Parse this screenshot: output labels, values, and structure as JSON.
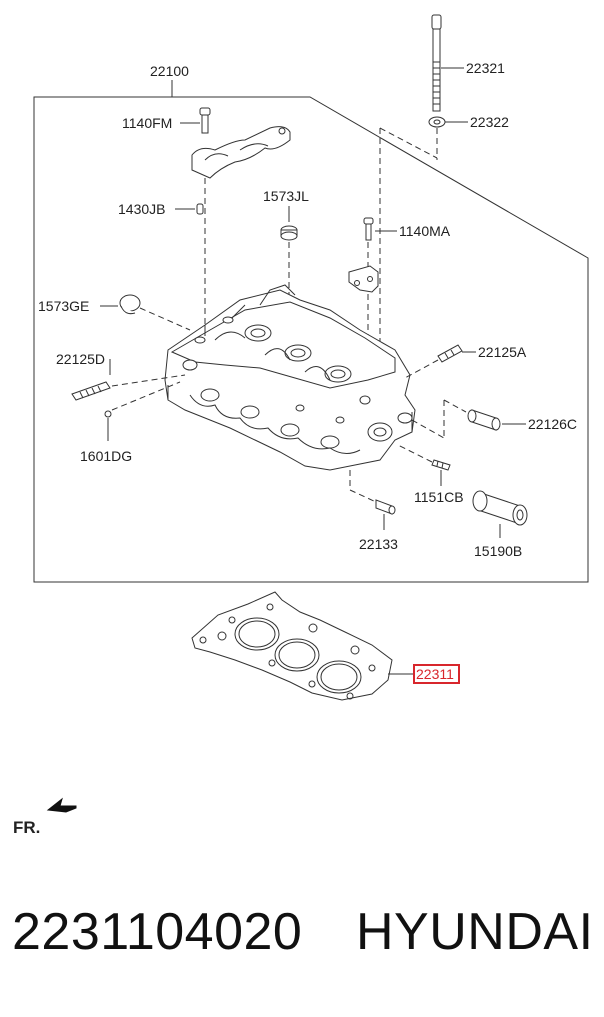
{
  "labels": {
    "assembly": "22100",
    "bolt_long": "22321",
    "washer": "22322",
    "cap_bolt": "1140FM",
    "pin": "1430JB",
    "seal_top": "1573JL",
    "bolt_small": "1140MA",
    "plug": "1573GE",
    "stud_left": "22125D",
    "stud_right": "22125A",
    "dowel": "1601DG",
    "lifter": "22126C",
    "stud_small": "1151CB",
    "bush": "22133",
    "cup": "15190B",
    "gasket": "22311"
  },
  "front_indicator": "FR.",
  "footer": {
    "part_number": "2231104020",
    "brand": "HYUNDAI"
  },
  "colors": {
    "highlight": "#d8262c",
    "line": "#333333"
  }
}
